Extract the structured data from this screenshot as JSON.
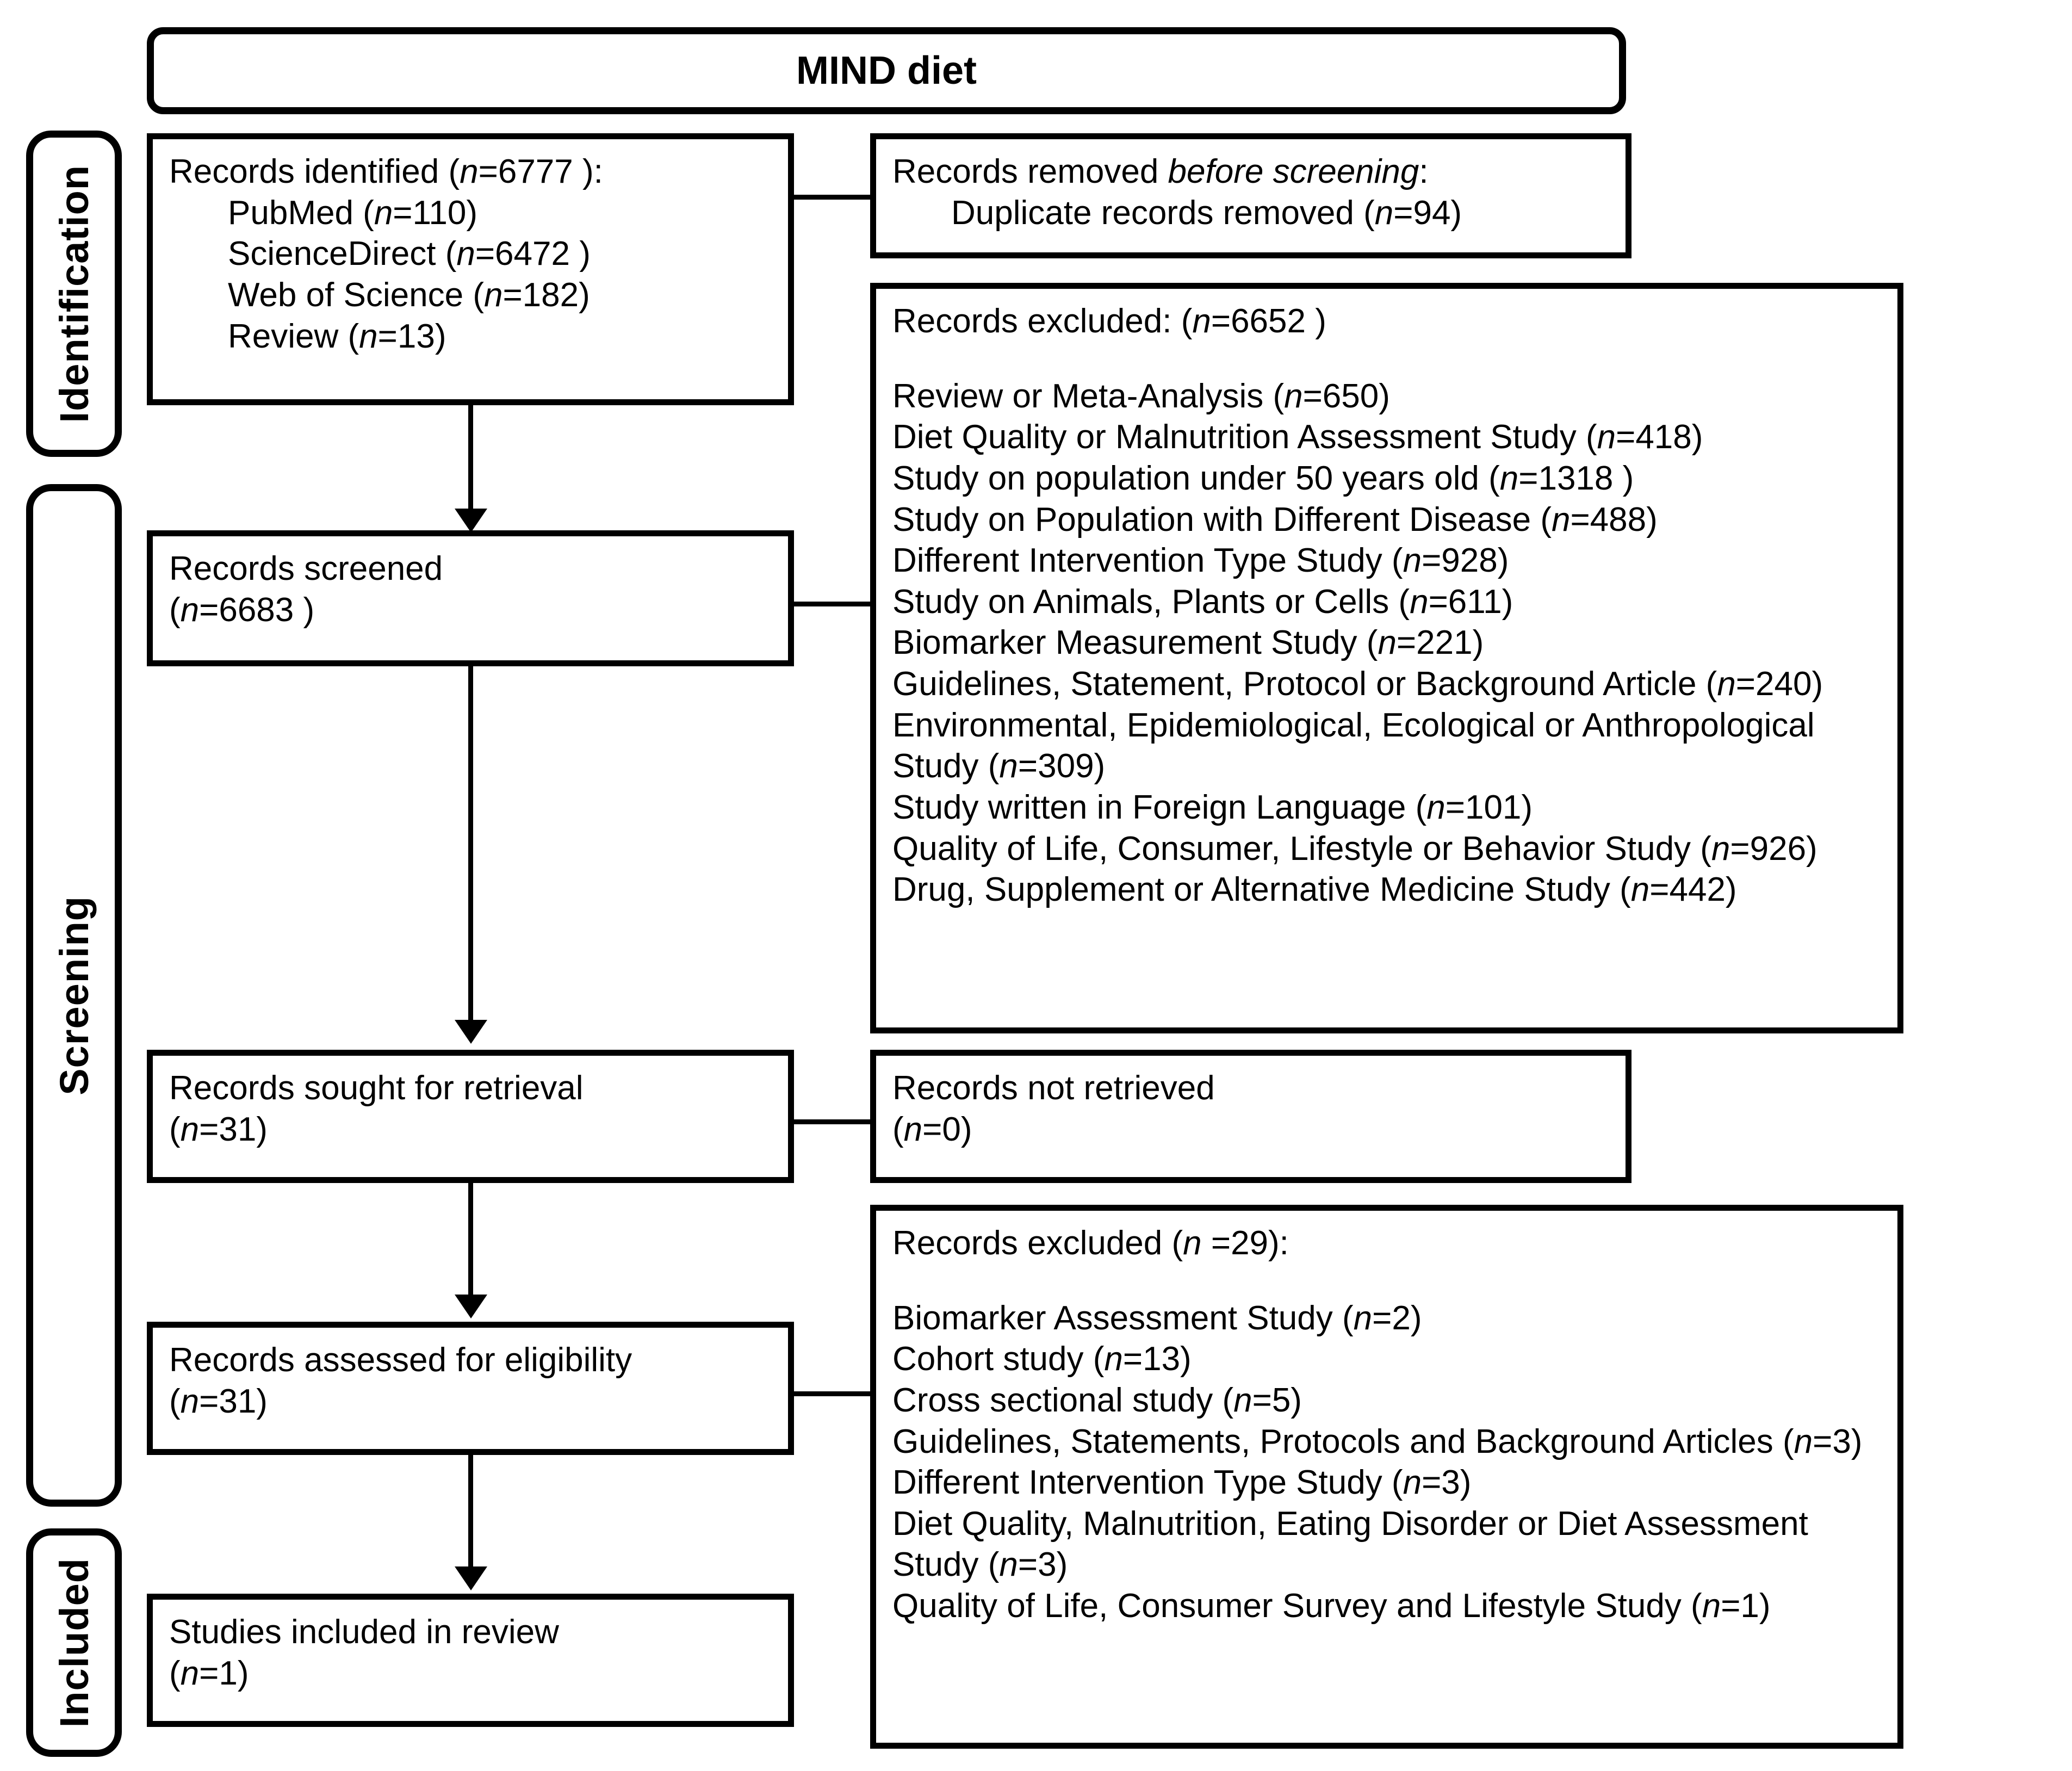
{
  "title": "MIND diet",
  "phases": [
    {
      "label": "Identification"
    },
    {
      "label": "Screening"
    },
    {
      "label": "Included"
    }
  ],
  "boxes": {
    "identified": {
      "name": "records-identified",
      "header": "Records identified (n=6777  ):",
      "sources": [
        "PubMed (n=110)",
        "ScienceDirect (n=6472  )",
        "Web of Science (n=182)",
        "Review (n=13)"
      ]
    },
    "removed_before_screening": {
      "name": "records-removed-before-screening",
      "header_prefix": "Records removed ",
      "header_italic": "before screening",
      "header_suffix": ":",
      "items": [
        "Duplicate records removed (n=94)"
      ]
    },
    "screened": {
      "name": "records-screened",
      "header": "Records screened",
      "count": "(n=6683  )"
    },
    "excluded_screening": {
      "name": "records-excluded-screening",
      "header": "Records excluded: (n=6652  )",
      "reasons": [
        "Review or Meta-Analysis (n=650)",
        "Diet Quality or Malnutrition Assessment Study (n=418)",
        "Study on population under 50 years old (n=1318  )",
        "Study on Population with Different Disease (n=488)",
        "Different Intervention Type Study (n=928)",
        "Study on Animals, Plants or Cells (n=611)",
        "Biomarker Measurement Study (n=221)",
        "Guidelines, Statement, Protocol or Background Article (n=240)",
        "Environmental, Epidemiological, Ecological or Anthropological Study (n=309)",
        "Study written in Foreign Language (n=101)",
        "Quality of Life, Consumer, Lifestyle or Behavior Study (n=926)",
        "Drug, Supplement or Alternative Medicine Study (n=442)"
      ]
    },
    "sought": {
      "name": "records-sought-for-retrieval",
      "header": "Records sought for retrieval",
      "count": "(n=31)"
    },
    "not_retrieved": {
      "name": "records-not-retrieved",
      "header": "Records not retrieved",
      "count": "(n=0)"
    },
    "assessed": {
      "name": "records-assessed-for-eligibility",
      "header": "Records assessed for eligibility",
      "count": "(n=31)"
    },
    "excluded_eligibility": {
      "name": "records-excluded-eligibility",
      "header": "Records excluded (n =29):",
      "reasons": [
        "Biomarker Assessment Study (n=2)",
        "Cohort study (n=13)",
        "Cross sectional study (n=5)",
        "Guidelines, Statements, Protocols and Background Articles (n=3)",
        "Different Intervention Type Study (n=3)",
        "Diet Quality, Malnutrition, Eating Disorder or Diet Assessment Study (n=3)",
        "Quality of Life, Consumer Survey and Lifestyle Study (n=1)"
      ]
    },
    "included": {
      "name": "studies-included-in-review",
      "header": "Studies included in review",
      "count": "(n=1)"
    }
  },
  "colors": {
    "stroke": "#000000",
    "background": "#ffffff"
  }
}
